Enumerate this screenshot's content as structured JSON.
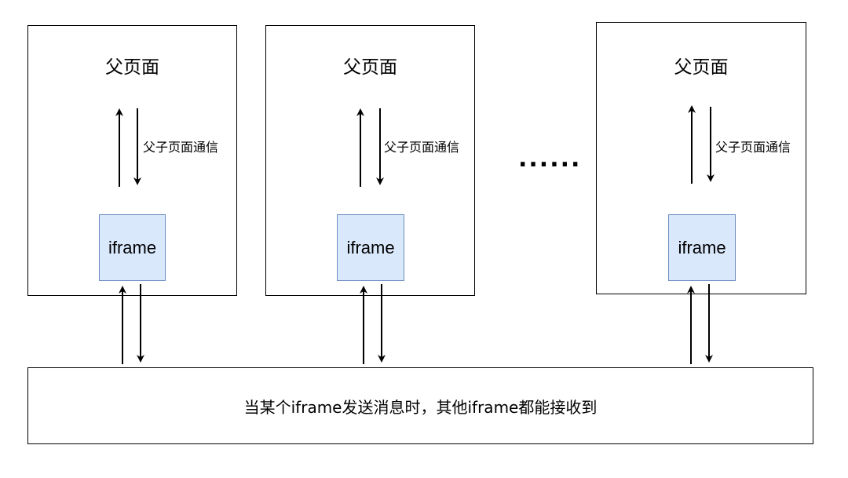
{
  "panels": [
    {
      "parent_title": "父页面",
      "comm_label": "父子页面通信",
      "iframe_label": "iframe"
    },
    {
      "parent_title": "父页面",
      "comm_label": "父子页面通信",
      "iframe_label": "iframe"
    },
    {
      "parent_title": "父页面",
      "comm_label": "父子页面通信",
      "iframe_label": "iframe"
    }
  ],
  "ellipsis": "......",
  "bus_label": "当某个iframe发送消息时，其他iframe都能接收到",
  "colors": {
    "iframe_fill": "#dae8fc",
    "iframe_stroke": "#6c8ebf",
    "line": "#000000"
  }
}
